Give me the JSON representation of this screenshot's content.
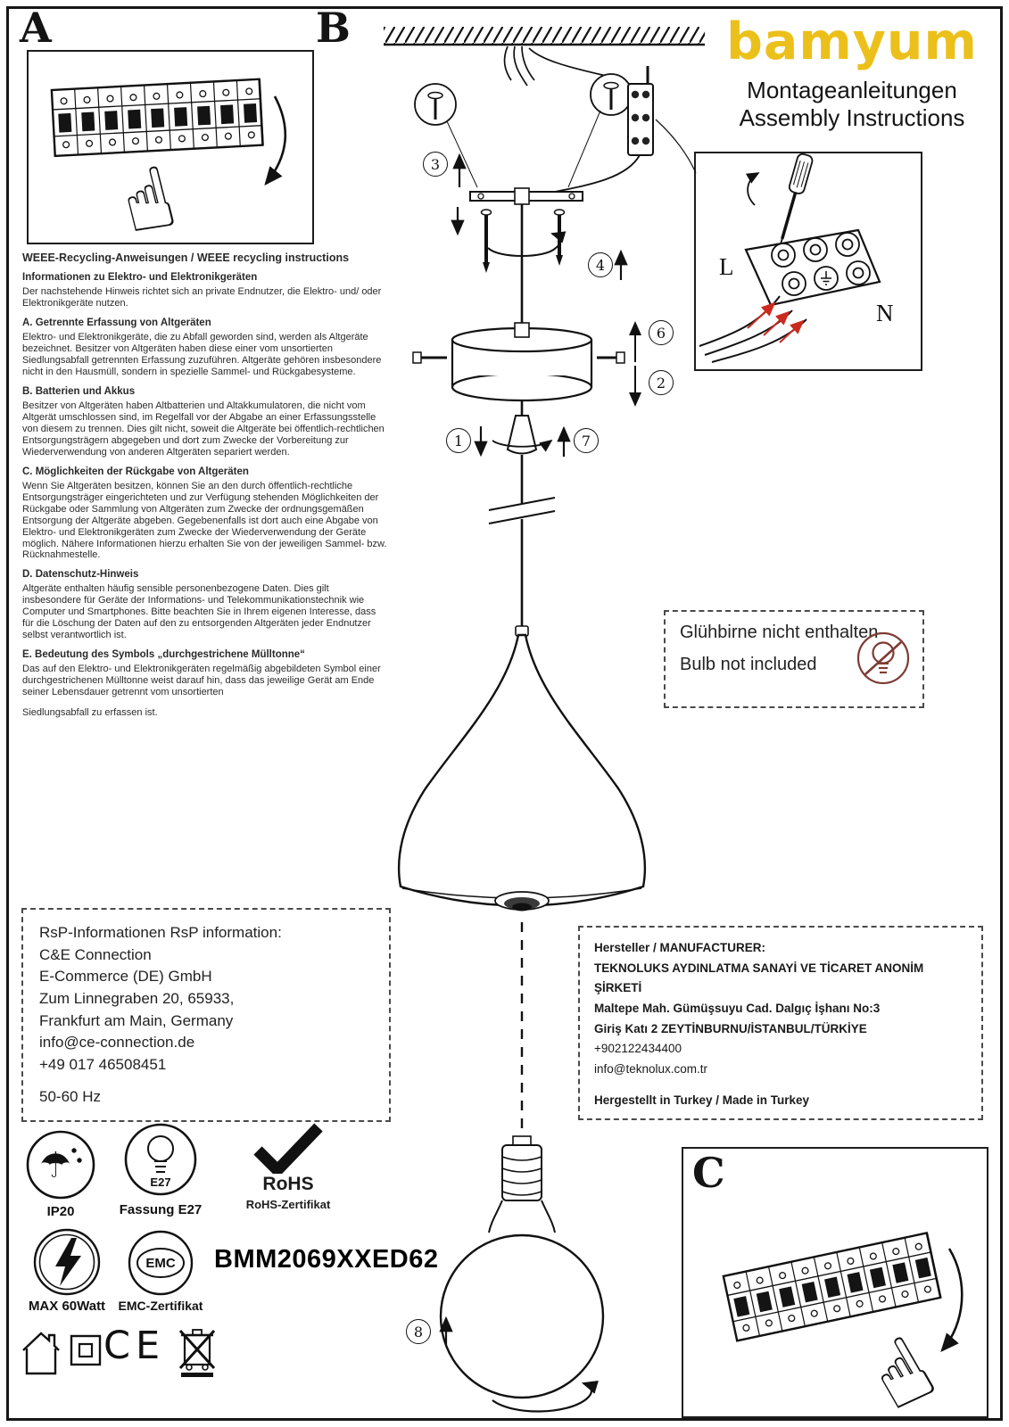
{
  "brand": {
    "logo": "bamyum",
    "subtitle_de": "Montageanleitungen",
    "subtitle_en": "Assembly Instructions"
  },
  "panels": {
    "a": "A",
    "b": "B",
    "c": "C"
  },
  "diagram": {
    "callouts": {
      "c1": "1",
      "c2": "2",
      "c3": "3",
      "c4": "4",
      "c6": "6",
      "c7": "7",
      "c8": "8"
    },
    "terminal": {
      "l": "L",
      "n": "N"
    }
  },
  "icons": {
    "pointing_hand": "☝",
    "umbrella": "☂"
  },
  "colors": {
    "brand_yellow": "#ecc01a",
    "arrow_red": "#cc2a1e",
    "bulb_note_icon": "#7d3c35"
  },
  "weee": {
    "title": "WEEE-Recycling-Anweisungen / WEEE recycling instructions",
    "intro_heading": "Informationen zu Elektro- und Elektronikgeräten",
    "intro_body": "Der nachstehende Hinweis richtet sich an private Endnutzer, die Elektro- und/ oder Elektronikgeräte nutzen.",
    "sections": [
      {
        "heading": "A. Getrennte Erfassung von Altgeräten",
        "body": "Elektro- und Elektronikgeräte, die zu Abfall geworden sind, werden als Altgeräte bezeichnet. Besitzer von Altgeräten haben diese einer vom unsortierten Siedlungsabfall getrennten Erfassung zuzuführen. Altgeräte gehören insbesondere nicht in den Hausmüll, sondern in spezielle Sammel- und Rückgabesysteme."
      },
      {
        "heading": "B. Batterien und Akkus",
        "body": "Besitzer von Altgeräten haben Altbatterien und Altakkumulatoren, die nicht vom Altgerät umschlossen sind, im Regelfall vor der Abgabe an einer Erfassungsstelle von diesem zu trennen. Dies gilt nicht, soweit die Altgeräte bei öffentlich-rechtlichen Entsorgungsträgern abgegeben und dort zum Zwecke der Vorbereitung zur Wiederverwendung von anderen Altgeräten separiert werden."
      },
      {
        "heading": "C. Möglichkeiten der Rückgabe von Altgeräten",
        "body": "Wenn Sie Altgeräten besitzen, können Sie an den durch öffentlich-rechtliche Entsorgungsträger eingerichteten und zur Verfügung stehenden Möglichkeiten der Rückgabe oder Sammlung von Altgeräten zum Zwecke der ordnungsgemäßen Entsorgung der Altgeräte abgeben. Gegebenenfalls ist dort auch eine Abgabe von Elektro- und Elektronikgeräten zum Zwecke der Wiederverwendung der Geräte möglich. Nähere Informationen hierzu erhalten Sie von der jeweiligen Sammel- bzw. Rücknahmestelle."
      },
      {
        "heading": "D. Datenschutz-Hinweis",
        "body": "Altgeräte enthalten häufig sensible personenbezogene Daten. Dies gilt insbesondere für Geräte der Informations- und Telekommunikationstechnik wie Computer und Smartphones. Bitte beachten Sie in Ihrem eigenen Interesse, dass für die Löschung der Daten auf den zu entsorgenden Altgeräten jeder Endnutzer selbst verantwortlich ist."
      },
      {
        "heading": "E. Bedeutung des Symbols „durchgestrichene Mülltonne“",
        "body": "Das auf den Elektro- und Elektronikgeräten regelmäßig abgebildeten Symbol einer durchgestrichenen Mülltonne weist darauf hin, dass das jeweilige Gerät am Ende seiner Lebensdauer getrennt vom unsortierten"
      }
    ],
    "closing": "Siedlungsabfall zu erfassen ist."
  },
  "bulb_note": {
    "de": "Glühbirne nicht enthalten",
    "en": "Bulb not included"
  },
  "rsp": {
    "lines": [
      "RsP-Informationen RsP information:",
      "C&E Connection",
      "E-Commerce (DE) GmbH",
      "Zum Linnegraben 20, 65933,",
      "Frankfurt am Main, Germany",
      "info@ce-connection.de",
      "+49 017 46508451",
      "50-60 Hz"
    ]
  },
  "manufacturer": {
    "lines": [
      "Hersteller / MANUFACTURER:",
      "TEKNOLUKS AYDINLATMA SANAYİ VE TİCARET ANONİM ŞİRKETİ",
      "Maltepe Mah. Gümüşsuyu Cad. Dalgıç İşhanı No:3",
      "Giriş Katı 2 ZEYTİNBURNU/İSTANBUL/TÜRKİYE",
      "+902122434400",
      "info@teknolux.com.tr",
      "Hergestellt in Turkey / Made in Turkey"
    ]
  },
  "certs": {
    "ip": "IP20",
    "socket_icon": "E27",
    "socket_label": "Fassung E27",
    "rohs": "RoHS",
    "rohs_cert": "RoHS-Zertifikat",
    "max_watt": "MAX 60Watt",
    "emc": "EMC",
    "emc_cert": "EMC-Zertifikat",
    "ce": "CE",
    "model": "BMM2069XXED62"
  }
}
